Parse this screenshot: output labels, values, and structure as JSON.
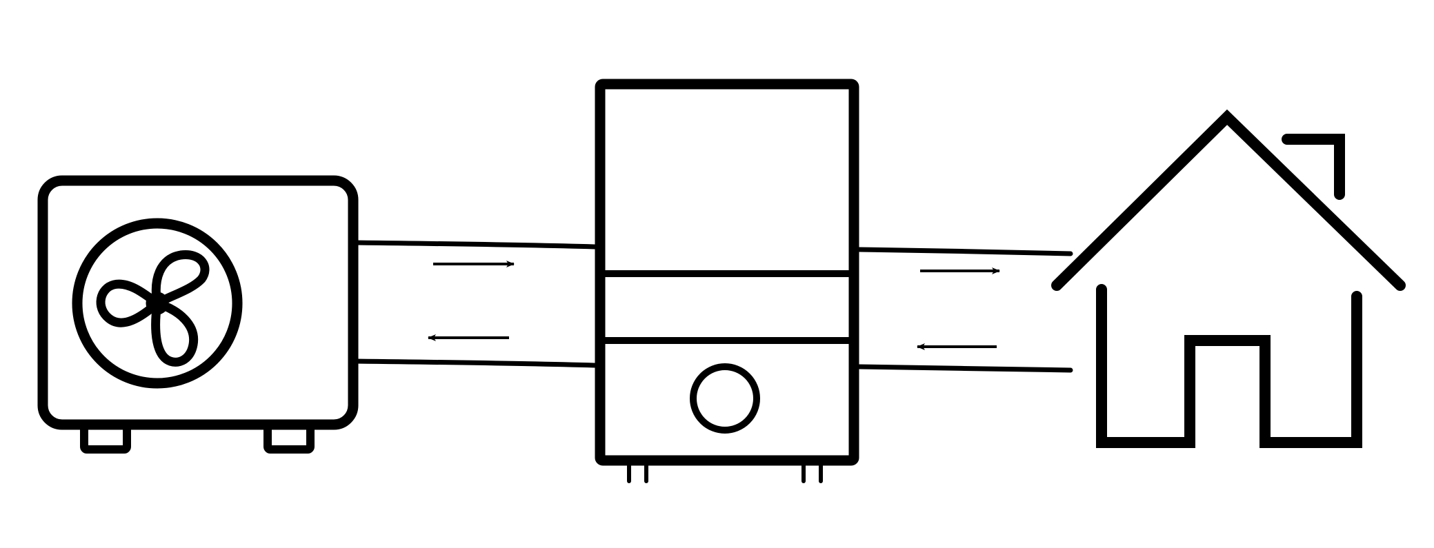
{
  "diagram": {
    "stroke_color": "#000000",
    "background_color": "#ffffff",
    "nodes": [
      {
        "id": "outdoor-unit",
        "icon": "outdoor-fan-unit-icon"
      },
      {
        "id": "indoor-unit",
        "icon": "indoor-boiler-unit-icon"
      },
      {
        "id": "house",
        "icon": "house-icon"
      }
    ],
    "connections": [
      {
        "from": "outdoor-unit",
        "to": "indoor-unit",
        "flows": [
          "right",
          "left"
        ]
      },
      {
        "from": "indoor-unit",
        "to": "house",
        "flows": [
          "right",
          "left"
        ]
      }
    ]
  }
}
